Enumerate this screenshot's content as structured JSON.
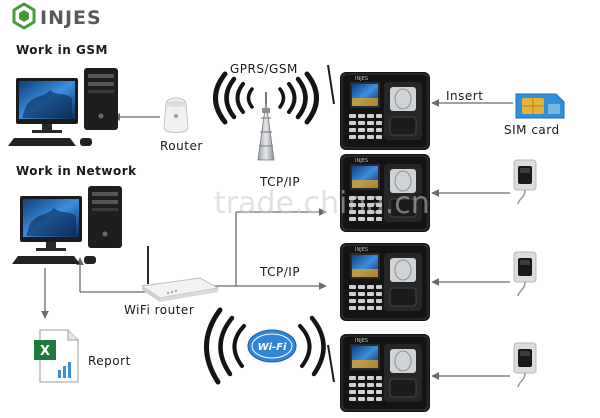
{
  "brand": {
    "name": "INJES",
    "color": "#4a9a3a"
  },
  "labels": {
    "work_in_gsm": "Work in GSM",
    "work_in_network": "Work in Network",
    "router": "Router",
    "gprs_gsm": "GPRS/GSM",
    "tcp_ip_top": "TCP/IP",
    "tcp_ip_mid": "TCP/IP",
    "insert": "Insert",
    "sim_card": "SIM card",
    "wifi_router": "WiFi router",
    "report": "Report",
    "wifi_badge": "Wi-Fi",
    "watermark": "trade.china.cn"
  },
  "devices": [
    {
      "id": "terminal-1",
      "brand_text": "INJES"
    },
    {
      "id": "terminal-2",
      "brand_text": "INJES"
    },
    {
      "id": "terminal-3",
      "brand_text": "INJES"
    },
    {
      "id": "terminal-4",
      "brand_text": "INJES"
    }
  ],
  "icons": {
    "logo": "injes-logo-icon",
    "computer": "desktop-computer-icon",
    "router": "router-icon",
    "tower": "cell-tower-icon",
    "terminal": "fingerprint-terminal-icon",
    "sim": "sim-card-icon",
    "reader": "card-reader-icon",
    "wifi_router": "wifi-router-icon",
    "excel": "excel-report-icon"
  },
  "colors": {
    "line": "#6b6b6b",
    "screen": "#2b7fd0",
    "device_body": "#161616",
    "wifi_badge": "#2f86d9"
  }
}
